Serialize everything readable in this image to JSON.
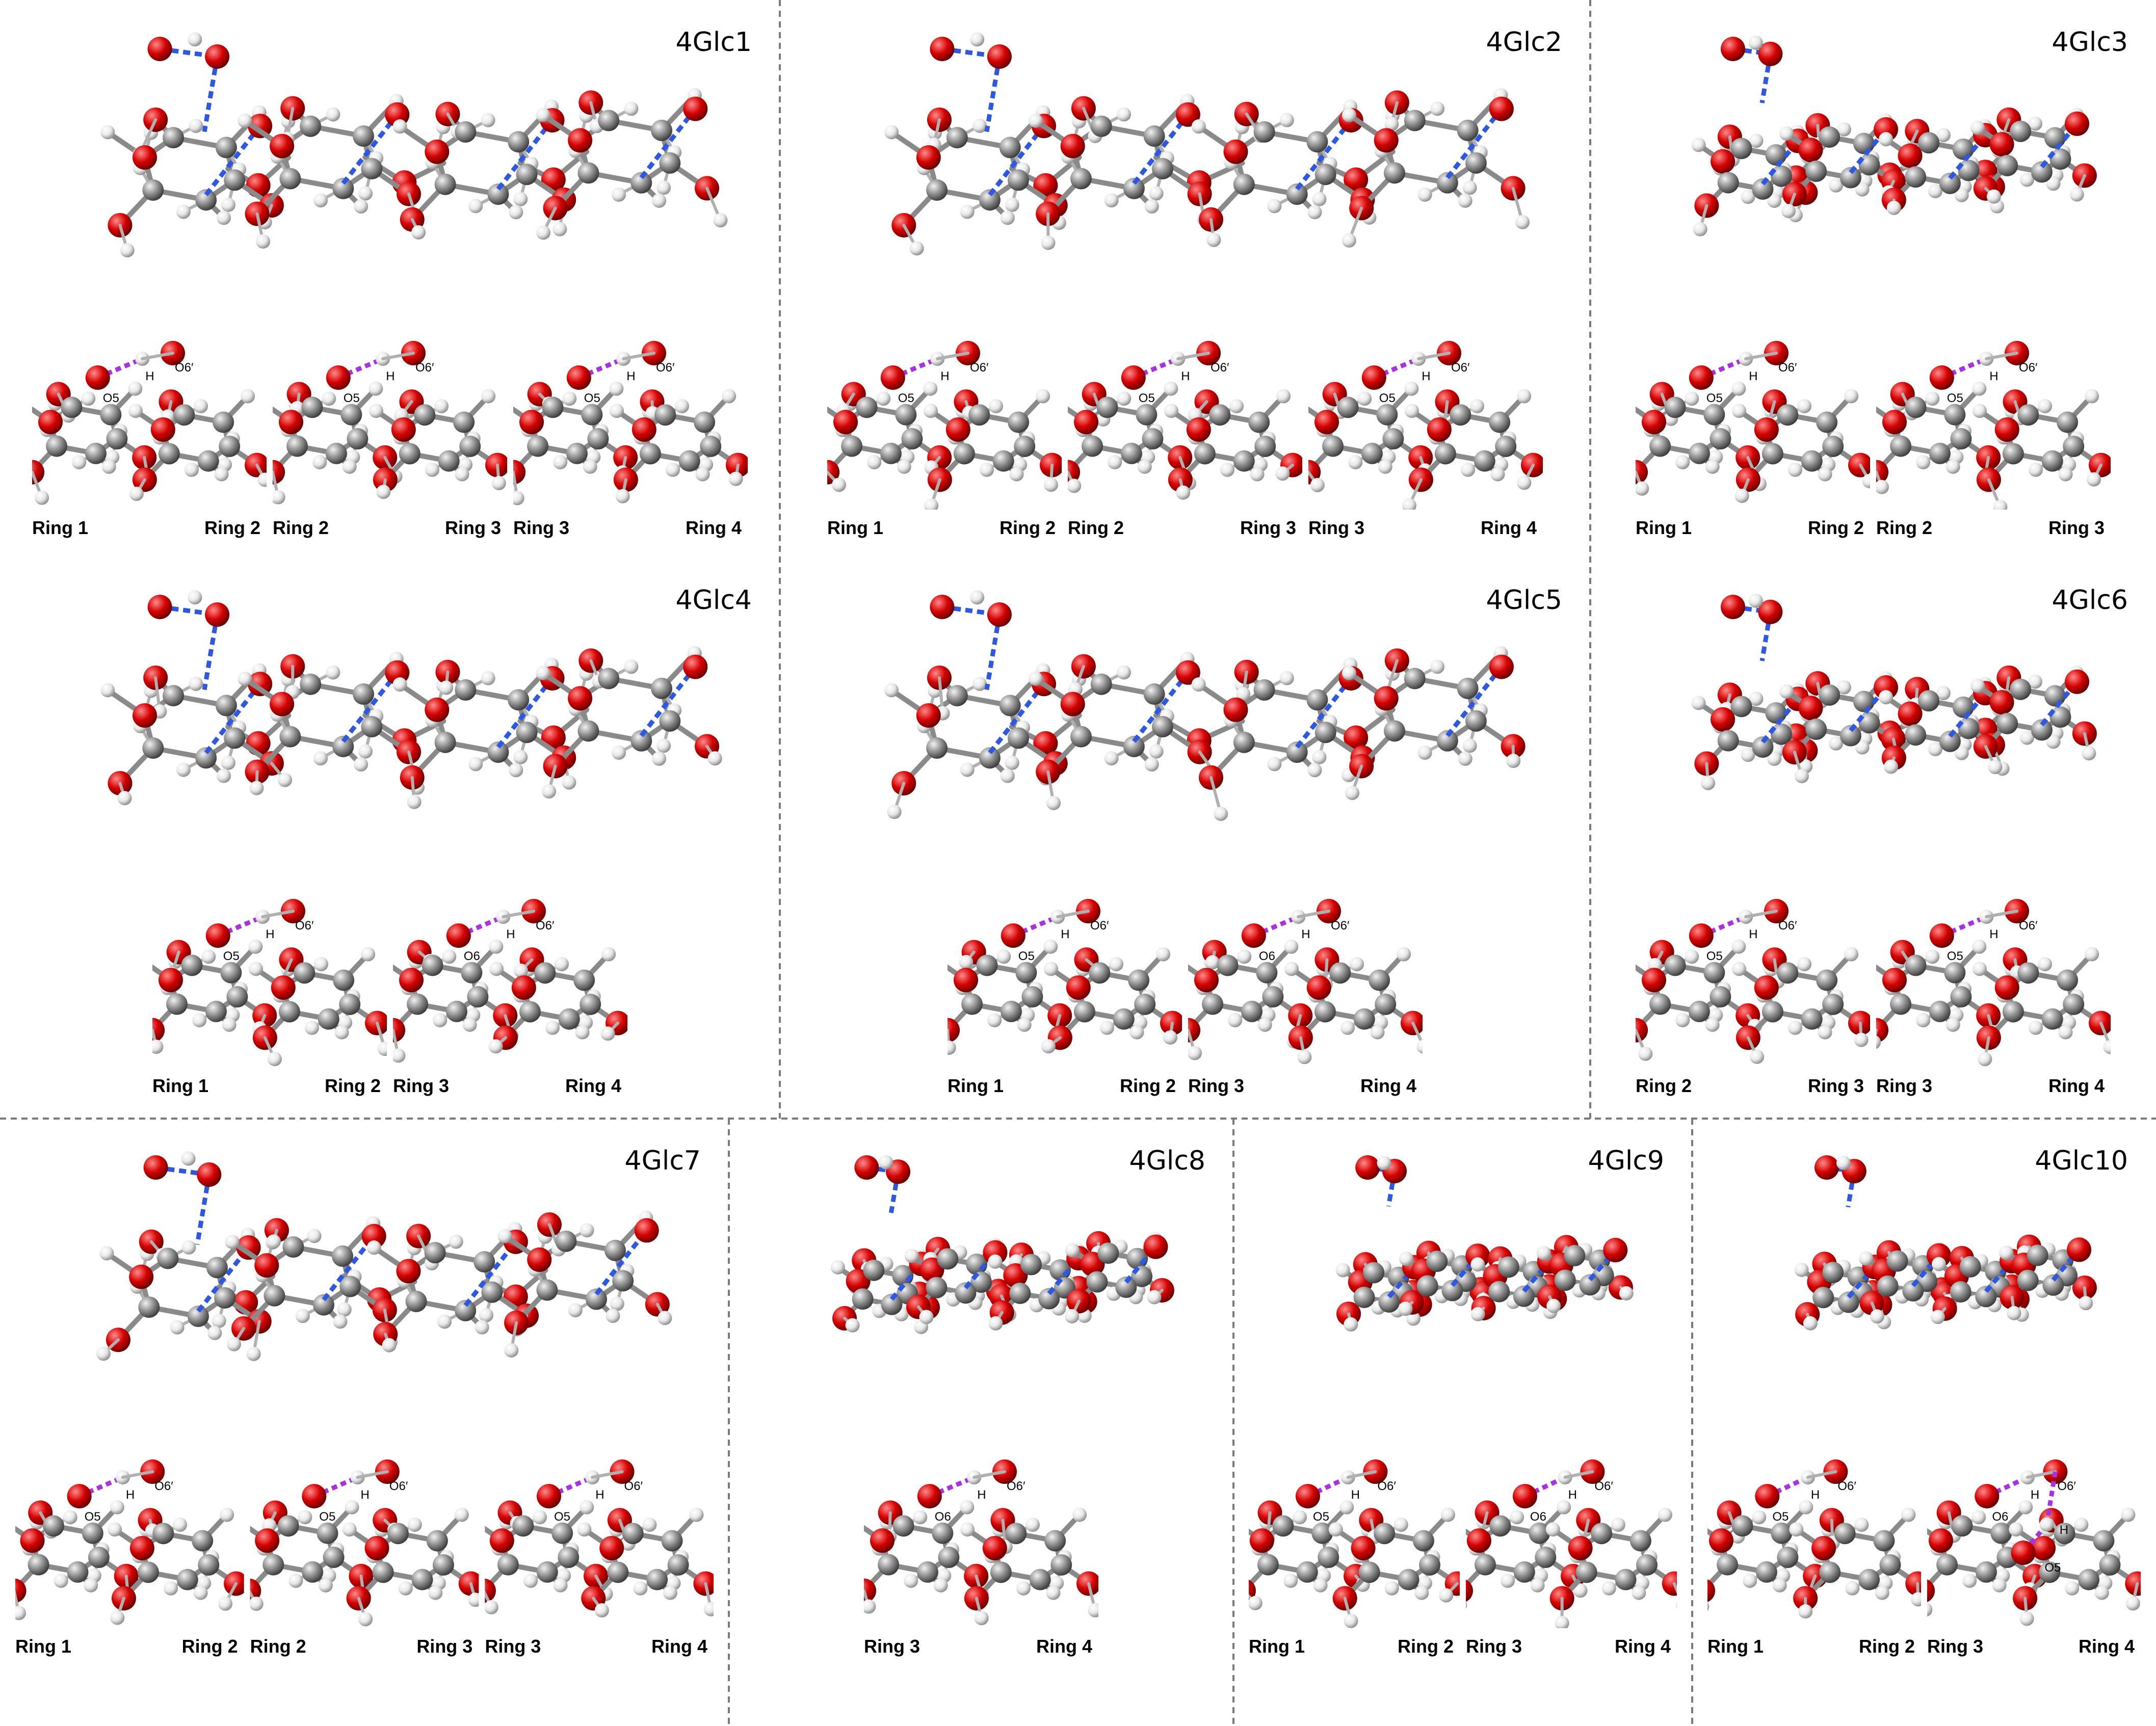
{
  "colors": {
    "oxygen": "#d40000",
    "carbon": "#8c8c8c",
    "hydrogen": "#e8e8e8",
    "hbond_intra": "#2f58e0",
    "hbond_inter": "#a832e0",
    "divider": "#7a7a7a"
  },
  "panels": [
    {
      "title": "4Glc1",
      "insets": [
        {
          "left": "Ring 1",
          "right": "Ring 2",
          "atoms": [
            "O5",
            "H",
            "O6′"
          ]
        },
        {
          "left": "Ring 2",
          "right": "Ring 3",
          "atoms": [
            "O5",
            "H",
            "O6′"
          ]
        },
        {
          "left": "Ring 3",
          "right": "Ring 4",
          "atoms": [
            "O5",
            "H",
            "O6′"
          ]
        }
      ]
    },
    {
      "title": "4Glc2",
      "insets": [
        {
          "left": "Ring 1",
          "right": "Ring 2",
          "atoms": [
            "O5",
            "H",
            "O6′"
          ]
        },
        {
          "left": "Ring 2",
          "right": "Ring 3",
          "atoms": [
            "O5",
            "H",
            "O6′"
          ]
        },
        {
          "left": "Ring 3",
          "right": "Ring 4",
          "atoms": [
            "O5",
            "H",
            "O6′"
          ]
        }
      ]
    },
    {
      "title": "4Glc3",
      "insets": [
        {
          "left": "Ring 1",
          "right": "Ring 2",
          "atoms": [
            "O5",
            "H",
            "O6′"
          ]
        },
        {
          "left": "Ring 2",
          "right": "Ring 3",
          "atoms": [
            "O5",
            "H",
            "O6′"
          ]
        }
      ]
    },
    {
      "title": "4Glc4",
      "insets": [
        {
          "left": "Ring 1",
          "right": "Ring 2",
          "atoms": [
            "O5",
            "H",
            "O6′"
          ]
        },
        {
          "left": "Ring 3",
          "right": "Ring 4",
          "atoms": [
            "O6",
            "H",
            "O6′"
          ]
        }
      ]
    },
    {
      "title": "4Glc5",
      "insets": [
        {
          "left": "Ring 1",
          "right": "Ring 2",
          "atoms": [
            "O5",
            "H",
            "O6′"
          ]
        },
        {
          "left": "Ring 3",
          "right": "Ring 4",
          "atoms": [
            "O6",
            "H",
            "O6′"
          ]
        }
      ]
    },
    {
      "title": "4Glc6",
      "insets": [
        {
          "left": "Ring 2",
          "right": "Ring 3",
          "atoms": [
            "O5",
            "H",
            "O6′"
          ]
        },
        {
          "left": "Ring 3",
          "right": "Ring 4",
          "atoms": [
            "O5",
            "H",
            "O6′"
          ]
        }
      ]
    },
    {
      "title": "4Glc7",
      "insets": [
        {
          "left": "Ring 1",
          "right": "Ring 2",
          "atoms": [
            "O5",
            "H",
            "O6′"
          ]
        },
        {
          "left": "Ring 2",
          "right": "Ring 3",
          "atoms": [
            "O5",
            "H",
            "O6′"
          ]
        },
        {
          "left": "Ring 3",
          "right": "Ring 4",
          "atoms": [
            "O5",
            "H",
            "O6′"
          ]
        }
      ]
    },
    {
      "title": "4Glc8",
      "insets": [
        {
          "left": "Ring 3",
          "right": "Ring 4",
          "atoms": [
            "O6",
            "H",
            "O6′"
          ]
        }
      ]
    },
    {
      "title": "4Glc9",
      "insets": [
        {
          "left": "Ring 1",
          "right": "Ring 2",
          "atoms": [
            "O5",
            "H",
            "O6′"
          ]
        },
        {
          "left": "Ring 3",
          "right": "Ring 4",
          "atoms": [
            "O6",
            "H",
            "O6′"
          ]
        }
      ]
    },
    {
      "title": "4Glc10",
      "insets": [
        {
          "left": "Ring 1",
          "right": "Ring 2",
          "atoms": [
            "O5",
            "H",
            "O6′"
          ]
        },
        {
          "left": "Ring 3",
          "right": "Ring 4",
          "atoms": [
            "O6",
            "H",
            "O6′",
            "H",
            "O5"
          ]
        }
      ]
    }
  ]
}
